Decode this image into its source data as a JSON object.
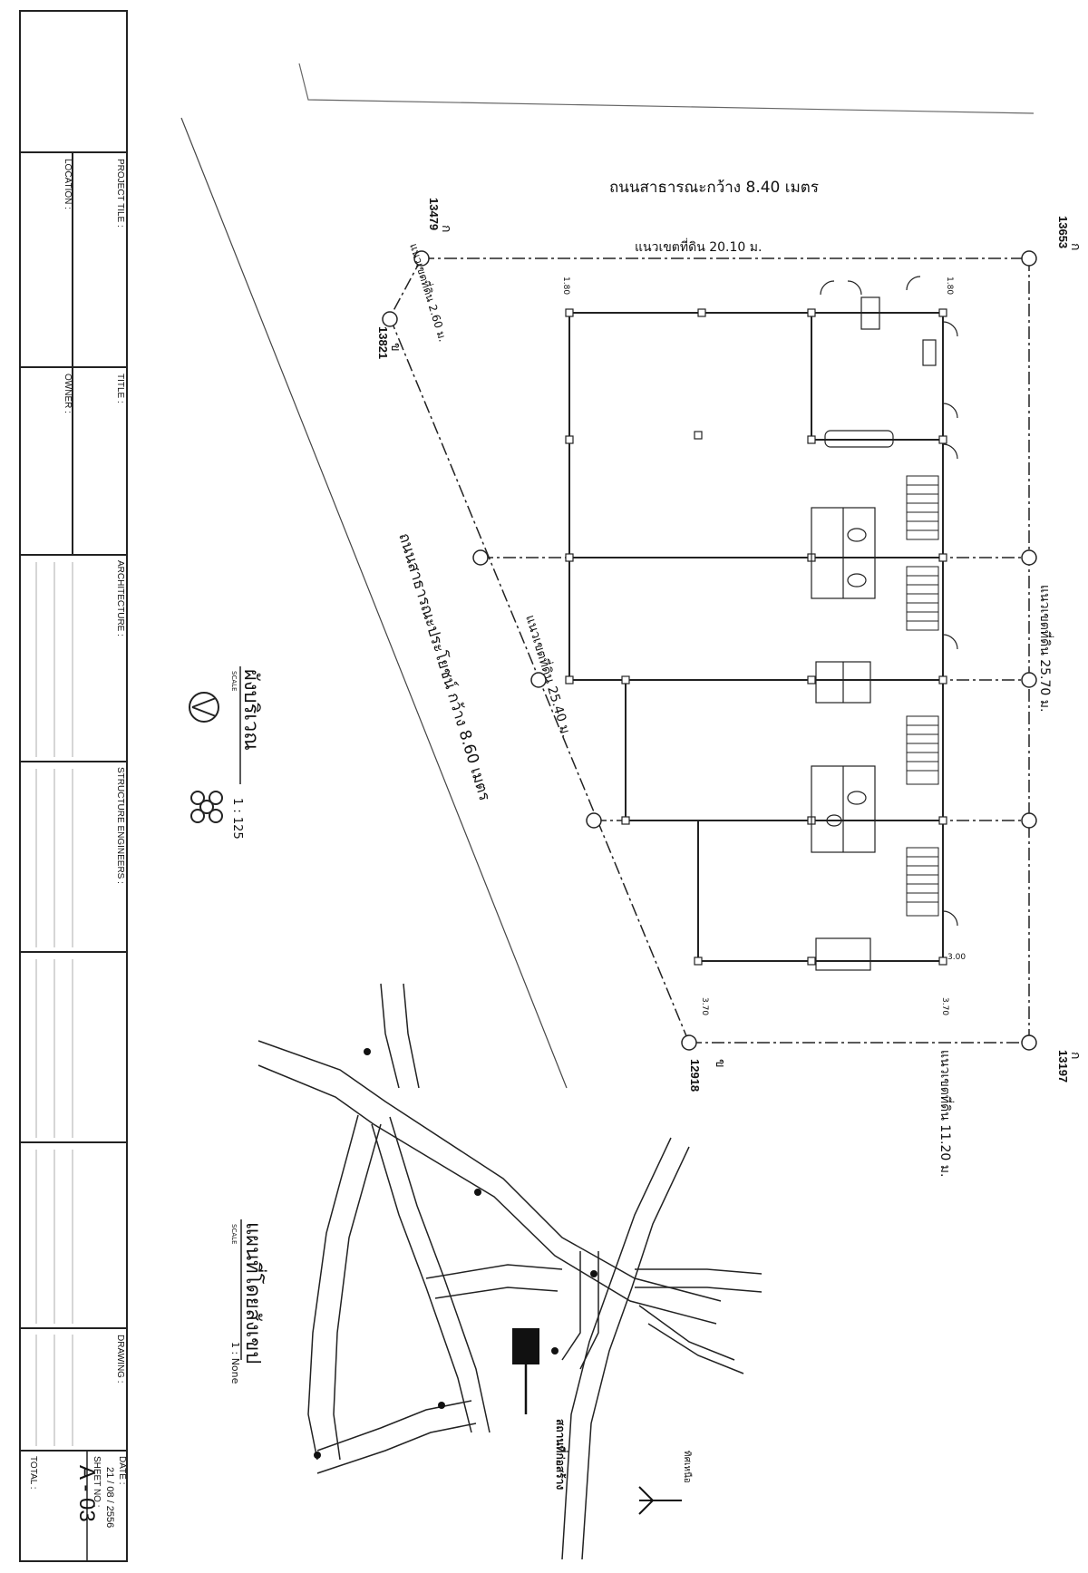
{
  "site_plan": {
    "road_top": "ถนนสาธารณะกว้าง 8.40 เมตร",
    "road_diagonal": "ถนนสาธารณะประโยชน์ กว้าง 8.60 เมตร",
    "boundary_top": "แนวเขตที่ดิน 20.10 ม.",
    "boundary_right": "แนวเขตที่ดิน 25.70 ม.",
    "boundary_diag": "แนวเขตที่ดิน 25.40 ม.",
    "boundary_short": "แนวเขตที่ดิน 2.60 ม.",
    "boundary_bottom": "แนวเขตที่ดิน 11.20 ม.",
    "markers": [
      {
        "letter": "ก",
        "number": "13653"
      },
      {
        "letter": "ก",
        "number": "13479"
      },
      {
        "letter": "ข",
        "number": "13821"
      },
      {
        "letter": "ข",
        "number": "12918"
      },
      {
        "letter": "ก",
        "number": "13197"
      }
    ],
    "dims": [
      "1.80",
      "3.00",
      "3.70",
      "3.70",
      "1.80"
    ],
    "title": "ผังบริเวณ",
    "scale_label": "SCALE",
    "scale": "1 : 125"
  },
  "location_map": {
    "title": "แผนที่โดยสังเขป",
    "scale_label": "SCALE",
    "scale": "1 : None",
    "north": "ทิศเหนือ",
    "site_label": "สถานที่ก่อสร้าง"
  },
  "title_block": {
    "project_title_label": "PROJECT TILE :",
    "location_label": "LOCATION :",
    "title_label": "TITLE :",
    "owner_label": "OWNER :",
    "architecture_label": "ARCHITECTURE :",
    "structure_label": "STRUCTURE ENGINEERS :",
    "drawing_label": "DRAWING :",
    "date_label": "DATE :",
    "date": "21 / 08 / 2556",
    "sheet_label": "SHEET NO :",
    "sheet_no": "A - 03",
    "total_label": "TOTAL :"
  }
}
